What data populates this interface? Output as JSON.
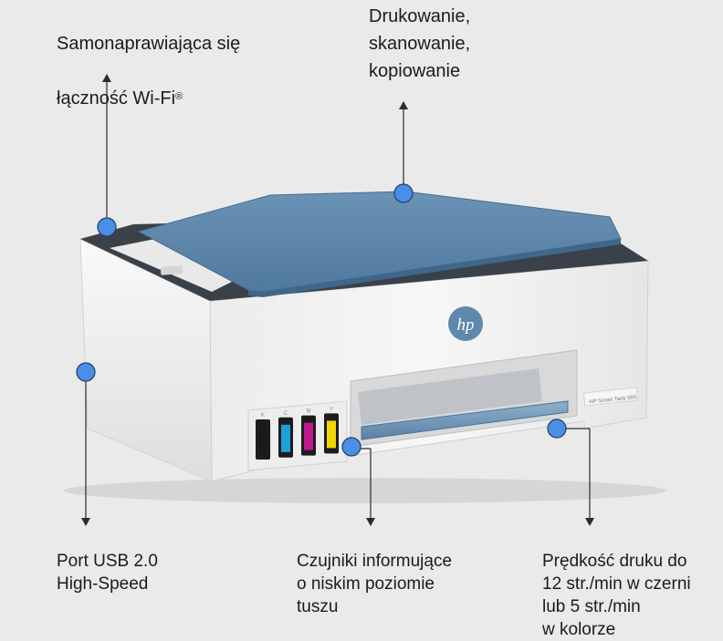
{
  "callouts": {
    "wifi": {
      "line1": "Samonaprawiająca się",
      "line2_text": "łączność Wi-Fi",
      "line2_mark": "®"
    },
    "print": {
      "text": "Drukowanie,\nskanowanie,\nkopiowanie"
    },
    "usb": {
      "text": "Port USB 2.0\nHigh-Speed"
    },
    "sensors": {
      "text": "Czujniki informujące\no niskim poziomie\ntuszu"
    },
    "speed": {
      "text": "Prędkość druku do\n12 str./min w czerni\nlub 5 str./min\nw kolorze"
    }
  },
  "printer": {
    "logo_text": "hp",
    "model_text": "HP Smart Tank 585",
    "ink_tanks": [
      {
        "label": "K",
        "color": "#1a1a1a"
      },
      {
        "label": "C",
        "color": "#1aa2d8"
      },
      {
        "label": "M",
        "color": "#c2188e"
      },
      {
        "label": "Y",
        "color": "#f1d400"
      }
    ]
  },
  "colors": {
    "marker": "#4a8fe6",
    "lid": "#5e88ad",
    "body": "#f2f2f2",
    "top_dark": "#3b4148"
  }
}
